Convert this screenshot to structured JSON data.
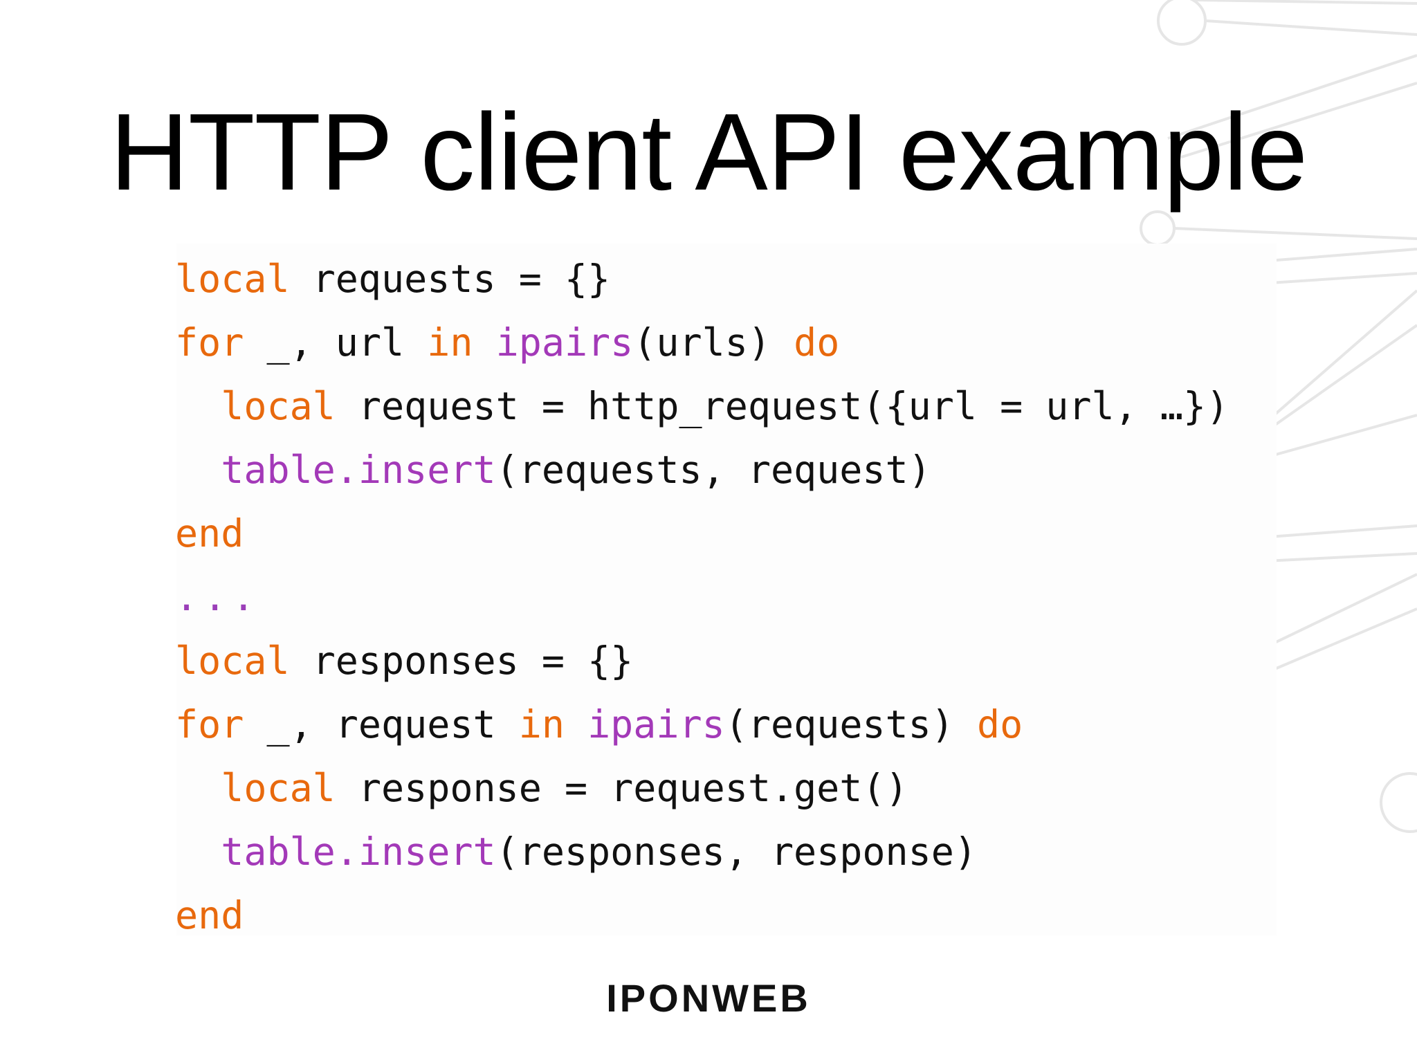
{
  "slide": {
    "title": "HTTP client API example",
    "logo_text": "IPONWEB"
  },
  "code": {
    "language": "lua",
    "colors": {
      "keyword": "#e8690d",
      "builtin": "#a339b8",
      "text": "#111111"
    },
    "lines": [
      {
        "indent": "",
        "tokens": [
          {
            "t": "local",
            "k": "kw"
          },
          {
            "t": " requests = {}",
            "k": "tx"
          }
        ]
      },
      {
        "indent": "",
        "tokens": [
          {
            "t": "for",
            "k": "kw"
          },
          {
            "t": " _, url ",
            "k": "tx"
          },
          {
            "t": "in",
            "k": "kw"
          },
          {
            "t": " ",
            "k": "tx"
          },
          {
            "t": "ipairs",
            "k": "fn"
          },
          {
            "t": "(urls) ",
            "k": "tx"
          },
          {
            "t": "do",
            "k": "kw"
          }
        ]
      },
      {
        "indent": "  ",
        "tokens": [
          {
            "t": "local",
            "k": "kw"
          },
          {
            "t": " request = http_request({url = url, …})",
            "k": "tx"
          }
        ]
      },
      {
        "indent": "  ",
        "tokens": [
          {
            "t": "table.insert",
            "k": "fn"
          },
          {
            "t": "(requests, request)",
            "k": "tx"
          }
        ]
      },
      {
        "indent": "",
        "tokens": [
          {
            "t": "end",
            "k": "kw"
          }
        ]
      },
      {
        "indent": "",
        "tokens": [
          {
            "t": "...",
            "k": "dots"
          }
        ]
      },
      {
        "indent": "",
        "tokens": [
          {
            "t": "local",
            "k": "kw"
          },
          {
            "t": " responses = {}",
            "k": "tx"
          }
        ]
      },
      {
        "indent": "",
        "tokens": [
          {
            "t": "for",
            "k": "kw"
          },
          {
            "t": " _, request ",
            "k": "tx"
          },
          {
            "t": "in",
            "k": "kw"
          },
          {
            "t": " ",
            "k": "tx"
          },
          {
            "t": "ipairs",
            "k": "fn"
          },
          {
            "t": "(requests) ",
            "k": "tx"
          },
          {
            "t": "do",
            "k": "kw"
          }
        ]
      },
      {
        "indent": "  ",
        "tokens": [
          {
            "t": "local",
            "k": "kw"
          },
          {
            "t": " response = request.get()",
            "k": "tx"
          }
        ]
      },
      {
        "indent": "  ",
        "tokens": [
          {
            "t": "table.insert",
            "k": "fn"
          },
          {
            "t": "(responses, response)",
            "k": "tx"
          }
        ]
      },
      {
        "indent": "",
        "tokens": [
          {
            "t": "end",
            "k": "kw"
          }
        ]
      }
    ]
  }
}
